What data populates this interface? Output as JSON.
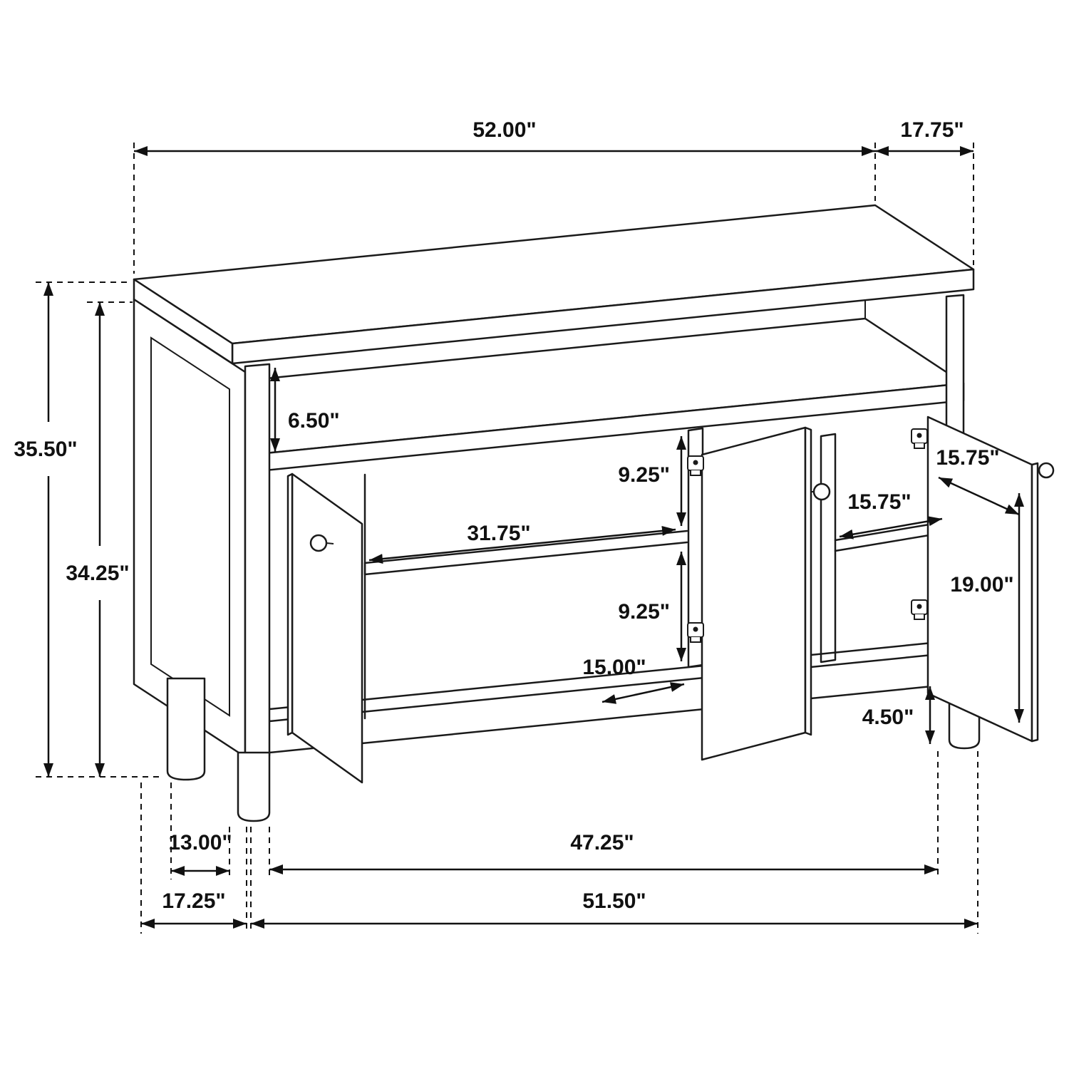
{
  "diagram": {
    "unit": "inches",
    "line_color": "#1a1a1a",
    "background_color": "#ffffff",
    "dimensions": {
      "top_width": "52.00\"",
      "top_depth": "17.75\"",
      "overall_height": "35.50\"",
      "body_height": "34.25\"",
      "media_shelf_gap": "6.50\"",
      "upper_compartment_height": "9.25\"",
      "lower_compartment_height": "9.25\"",
      "left_interior_width": "31.75\"",
      "right_interior_width": "15.75\"",
      "door_width": "15.75\"",
      "door_height": "19.00\"",
      "bottom_shelf_depth": "15.00\"",
      "leg_height": "4.50\"",
      "leg_spacing_depth": "13.00\"",
      "base_depth": "17.25\"",
      "interior_base_width": "47.25\"",
      "base_width": "51.50\""
    }
  }
}
